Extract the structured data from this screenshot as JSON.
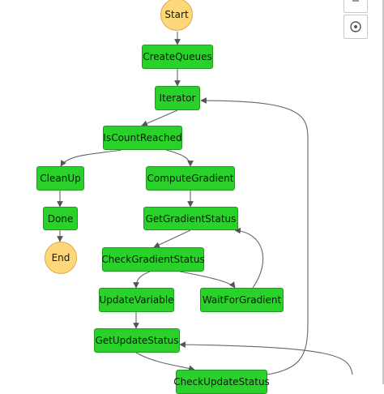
{
  "controls": [
    {
      "icon": "zoom-icon"
    },
    {
      "icon": "center-target-icon"
    }
  ],
  "colors": {
    "task_fill": "#2bd12b",
    "task_border": "#1f9a1f",
    "terminal_fill": "#fdd77a",
    "terminal_border": "#dca94a",
    "edge": "#555555"
  },
  "nodes": {
    "start": "Start",
    "create_queues": "CreateQueues",
    "iterator": "Iterator",
    "is_count_reached": "IsCountReached",
    "clean_up": "CleanUp",
    "compute_gradient": "ComputeGradient",
    "done": "Done",
    "get_gradient_status": "GetGradientStatus",
    "end": "End",
    "check_gradient_status": "CheckGradientStatus",
    "update_variable": "UpdateVariable",
    "wait_for_gradient": "WaitForGradient",
    "get_update_status": "GetUpdateStatus",
    "check_update_status": "CheckUpdateStatus"
  }
}
